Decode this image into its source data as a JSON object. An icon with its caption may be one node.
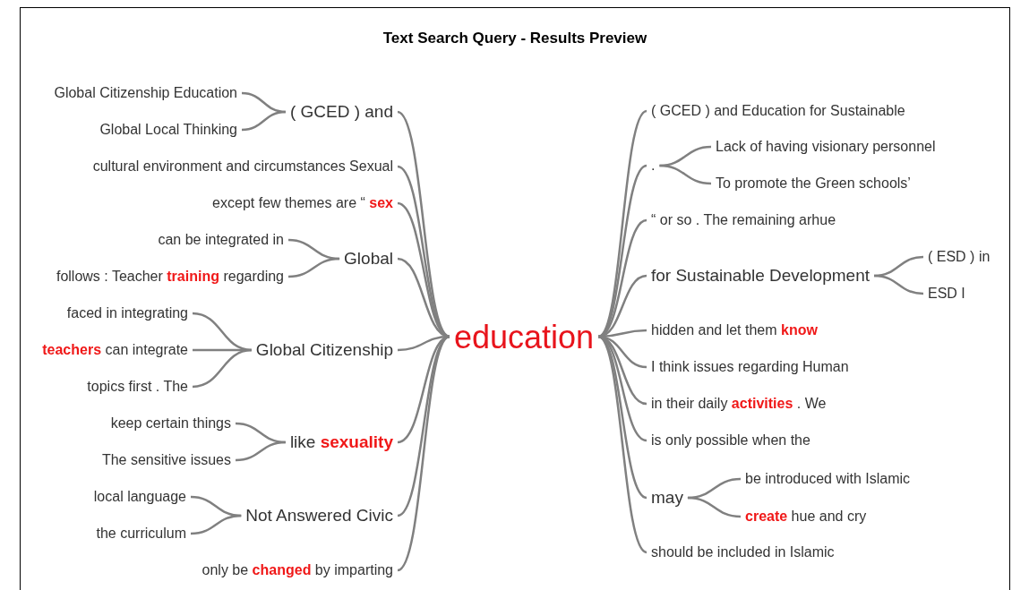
{
  "diagram": {
    "title": "Text Search Query - Results Preview",
    "nodes": [
      {
        "text": [
          "education"
        ]
      },
      {
        "text": [
          "( GCED ) and"
        ]
      },
      {
        "text": [
          "Global Citizenship Education"
        ]
      },
      {
        "text": [
          "Global Local Thinking"
        ]
      },
      {
        "text": [
          "cultural environment and circumstances Sexual"
        ]
      },
      {
        "text": [
          "except few themes are “ **sex**"
        ]
      },
      {
        "text": [
          "Global"
        ]
      },
      {
        "text": [
          "can be integrated in"
        ]
      },
      {
        "text": [
          "follows : Teacher **training** regarding"
        ]
      },
      {
        "text": [
          "Global Citizenship"
        ]
      },
      {
        "text": [
          "faced in integrating"
        ]
      },
      {
        "text": [
          "**teachers** can integrate"
        ]
      },
      {
        "text": [
          "topics first . The"
        ]
      },
      {
        "text": [
          "like **sexuality**"
        ]
      },
      {
        "text": [
          "keep certain things"
        ]
      },
      {
        "text": [
          "The sensitive issues"
        ]
      },
      {
        "text": [
          "Not Answered Civic"
        ]
      },
      {
        "text": [
          "local language"
        ]
      },
      {
        "text": [
          "the curriculum"
        ]
      },
      {
        "text": [
          "only be **changed** by imparting"
        ]
      },
      {
        "text": [
          "( GCED ) and Education for Sustainable"
        ]
      },
      {
        "text": [
          "."
        ]
      },
      {
        "text": [
          "Lack of having visionary personnel"
        ]
      },
      {
        "text": [
          "To promote the Green schools’"
        ]
      },
      {
        "text": [
          "“ or so . The remaining arhue"
        ]
      },
      {
        "text": [
          "for Sustainable Development"
        ]
      },
      {
        "text": [
          "( ESD ) in"
        ]
      },
      {
        "text": [
          "ESD I"
        ]
      },
      {
        "text": [
          "hidden and let them **know**"
        ]
      },
      {
        "text": [
          "I think issues regarding Human"
        ]
      },
      {
        "text": [
          "in their daily **activities** . We"
        ]
      },
      {
        "text": [
          "is only possible when the"
        ]
      },
      {
        "text": [
          "may"
        ]
      },
      {
        "text": [
          "be introduced with Islamic"
        ]
      },
      {
        "text": [
          "**create** hue and cry"
        ]
      },
      {
        "text": [
          "should be included in Islamic"
        ]
      }
    ],
    "edges": [
      {
        "from": 0,
        "to": 1,
        "arrow": "none"
      },
      {
        "from": 1,
        "to": 2,
        "arrow": "none"
      },
      {
        "from": 1,
        "to": 3,
        "arrow": "none"
      },
      {
        "from": 0,
        "to": 4,
        "arrow": "none"
      },
      {
        "from": 0,
        "to": 5,
        "arrow": "none"
      },
      {
        "from": 0,
        "to": 6,
        "arrow": "none"
      },
      {
        "from": 6,
        "to": 7,
        "arrow": "none"
      },
      {
        "from": 6,
        "to": 8,
        "arrow": "none"
      },
      {
        "from": 0,
        "to": 9,
        "arrow": "none"
      },
      {
        "from": 9,
        "to": 10,
        "arrow": "none"
      },
      {
        "from": 9,
        "to": 11,
        "arrow": "none"
      },
      {
        "from": 9,
        "to": 12,
        "arrow": "none"
      },
      {
        "from": 0,
        "to": 13,
        "arrow": "none"
      },
      {
        "from": 13,
        "to": 14,
        "arrow": "none"
      },
      {
        "from": 13,
        "to": 15,
        "arrow": "none"
      },
      {
        "from": 0,
        "to": 16,
        "arrow": "none"
      },
      {
        "from": 16,
        "to": 17,
        "arrow": "none"
      },
      {
        "from": 16,
        "to": 18,
        "arrow": "none"
      },
      {
        "from": 0,
        "to": 19,
        "arrow": "none"
      },
      {
        "from": 0,
        "to": 20,
        "arrow": "none"
      },
      {
        "from": 0,
        "to": 21,
        "arrow": "none"
      },
      {
        "from": 21,
        "to": 22,
        "arrow": "none"
      },
      {
        "from": 21,
        "to": 23,
        "arrow": "none"
      },
      {
        "from": 0,
        "to": 24,
        "arrow": "none"
      },
      {
        "from": 0,
        "to": 25,
        "arrow": "none"
      },
      {
        "from": 25,
        "to": 26,
        "arrow": "none"
      },
      {
        "from": 25,
        "to": 27,
        "arrow": "none"
      },
      {
        "from": 0,
        "to": 28,
        "arrow": "none"
      },
      {
        "from": 0,
        "to": 29,
        "arrow": "none"
      },
      {
        "from": 0,
        "to": 30,
        "arrow": "none"
      },
      {
        "from": 0,
        "to": 31,
        "arrow": "none"
      },
      {
        "from": 0,
        "to": 32,
        "arrow": "none"
      },
      {
        "from": 32,
        "to": 33,
        "arrow": "none"
      },
      {
        "from": 32,
        "to": 34,
        "arrow": "none"
      },
      {
        "from": 0,
        "to": 35,
        "arrow": "none"
      }
    ]
  }
}
